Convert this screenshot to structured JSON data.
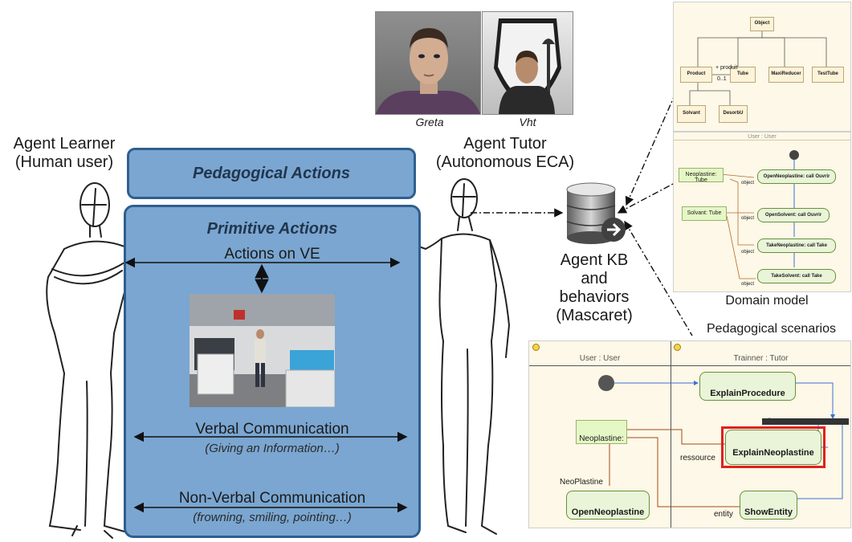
{
  "learner": {
    "line1": "Agent Learner",
    "line2": "(Human user)"
  },
  "tutor": {
    "line1": "Agent Tutor",
    "line2": "(Autonomous ECA)"
  },
  "portraits": {
    "greta": "Greta",
    "vht": "Vht"
  },
  "pedagogical_actions": "Pedagogical Actions",
  "primitive_actions": "Primitive Actions",
  "actions_on_ve": "Actions on VE",
  "verbal": {
    "title": "Verbal Communication",
    "subtitle": "(Giving an Information…)"
  },
  "nonverbal": {
    "title": "Non-Verbal Communication",
    "subtitle": "(frowning, smiling, pointing…)"
  },
  "kb": {
    "l1": "Agent KB",
    "l2": "and",
    "l3": "behaviors",
    "l4": "(Mascaret)"
  },
  "domain_model": {
    "caption": "Domain model",
    "classes": [
      "Object",
      "Product",
      "Tube",
      "MaxiReducer",
      "TestTube",
      "Solvant",
      "DesorbU"
    ],
    "assoc_label": "+ produit",
    "assoc_mult": "0..1",
    "partition": "User : User",
    "objects": [
      "Neoplastine: Tube",
      "Solvant: Tube"
    ],
    "actions": [
      "OpenNeoplastine: call Ouvrir",
      "OpenSolvent: call Ouvrir",
      "TakeNeoplastine: call Take",
      "TakeSolvent: call Take"
    ],
    "edge_label": "object"
  },
  "scenario": {
    "caption": "Pedagogical scenarios",
    "left_lane": "User : User",
    "right_lane": "Trainner : Tutor",
    "object_node": "Neoplastine:",
    "actions": [
      "ExplainProcedure",
      "ExplainNeoplastine",
      "ShowEntity",
      "OpenNeoplastine"
    ],
    "labels": {
      "ressource": "ressource",
      "neoplastine": "NeoPlastine",
      "entity": "entity"
    }
  },
  "colors": {
    "panel_fill": "#7aa6d1",
    "panel_border": "#2f5f8f",
    "highlight": "#e0201e",
    "action_fill": "#e9f4d8"
  }
}
